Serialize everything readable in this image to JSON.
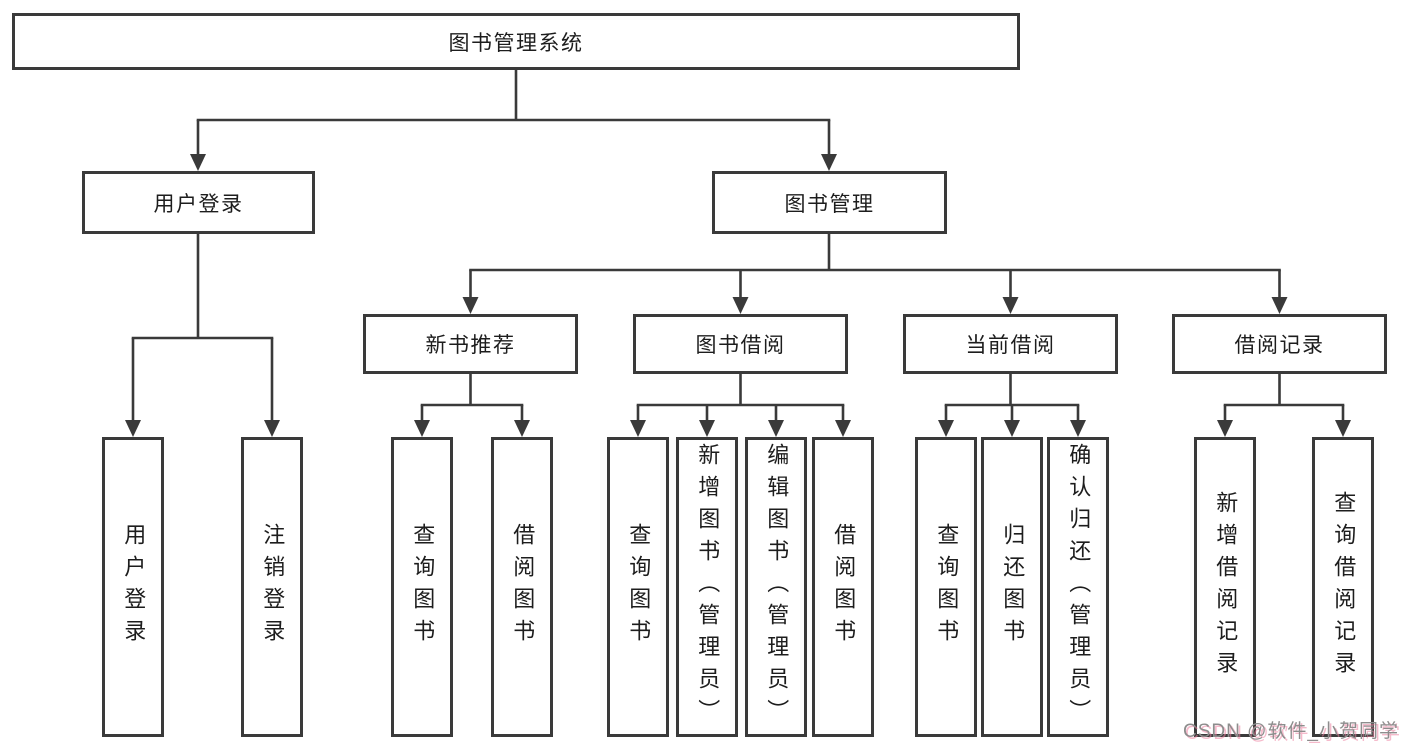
{
  "diagram": {
    "root": {
      "label": "图书管理系统"
    },
    "branches": [
      {
        "label": "用户登录",
        "children": [
          {
            "label": "用户登录"
          },
          {
            "label": "注销登录"
          }
        ]
      },
      {
        "label": "图书管理",
        "children": [
          {
            "label": "新书推荐",
            "children": [
              {
                "label": "查询图书"
              },
              {
                "label": "借阅图书"
              }
            ]
          },
          {
            "label": "图书借阅",
            "children": [
              {
                "label": "查询图书"
              },
              {
                "label": "新增图书（管理员）"
              },
              {
                "label": "编辑图书（管理员）"
              },
              {
                "label": "借阅图书"
              }
            ]
          },
          {
            "label": "当前借阅",
            "children": [
              {
                "label": "查询图书"
              },
              {
                "label": "归还图书"
              },
              {
                "label": "确认归还（管理员）"
              }
            ]
          },
          {
            "label": "借阅记录",
            "children": [
              {
                "label": "新增借阅记录"
              },
              {
                "label": "查询借阅记录"
              }
            ]
          }
        ]
      }
    ],
    "watermark": "CSDN @软件_小贺同学",
    "colors": {
      "line": "#3a3a3a",
      "box_border": "#3a3a3a",
      "box_fill": "#ffffff",
      "text": "#1d1d1d",
      "watermark_text": "#8d8d8d",
      "watermark_shadow": "#ec82a0"
    }
  }
}
